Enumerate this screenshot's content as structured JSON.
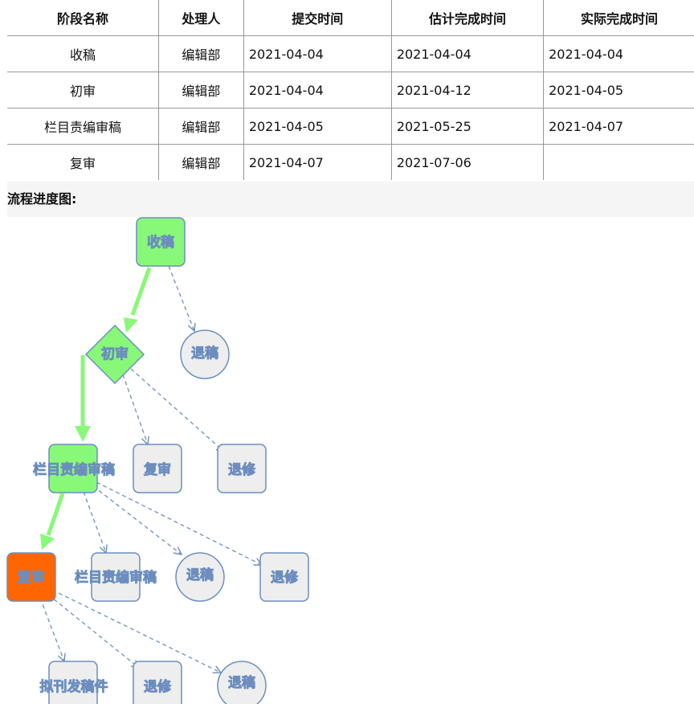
{
  "table": {
    "headers": [
      "阶段名称",
      "处理人",
      "提交时间",
      "估计完成时间",
      "实际完成时间"
    ],
    "rows": [
      [
        "收稿",
        "编辑部",
        "2021-04-04",
        "2021-04-04",
        "2021-04-04"
      ],
      [
        "初审",
        "编辑部",
        "2021-04-04",
        "2021-04-12",
        "2021-04-05"
      ],
      [
        "栏目责编审稿",
        "编辑部",
        "2021-04-05",
        "2021-05-25",
        "2021-04-07"
      ],
      [
        "复审",
        "编辑部",
        "2021-04-07",
        "2021-07-06",
        ""
      ]
    ]
  },
  "flow": {
    "title": "流程进度图:",
    "nodes": {
      "n1": "收稿",
      "n2": "初审",
      "n2_reject": "退稿",
      "n3": "栏目责编审稿",
      "n3_next": "复审",
      "n3_revise": "退修",
      "n4": "复审",
      "n4_back": "栏目责编审稿",
      "n4_reject": "退稿",
      "n4_revise": "退修",
      "n5_publish": "拟刊发稿件",
      "n5_revise": "退修",
      "n5_reject": "退稿"
    },
    "colors": {
      "done": "#88f878",
      "current": "#ff6600",
      "pending": "#eeeeee",
      "stroke": "#6c8ebf"
    }
  }
}
